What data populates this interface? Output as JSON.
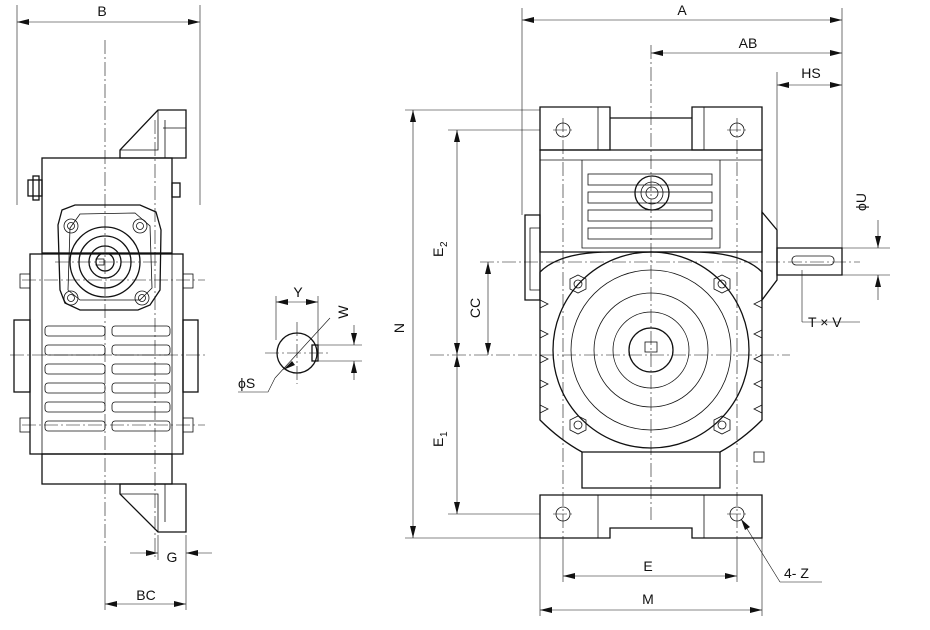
{
  "labels": {
    "A": "A",
    "AB": "AB",
    "HS": "HS",
    "B": "B",
    "BC": "BC",
    "G": "G",
    "N": "N",
    "E2": "E",
    "E2_sub": "2",
    "E1": "E",
    "E1_sub": "1",
    "CC": "CC",
    "E": "E",
    "M": "M",
    "U": "ϕU",
    "TxV": "T × V",
    "Z": "4- Z",
    "Y": "Y",
    "W": "W",
    "S": "ϕS"
  }
}
